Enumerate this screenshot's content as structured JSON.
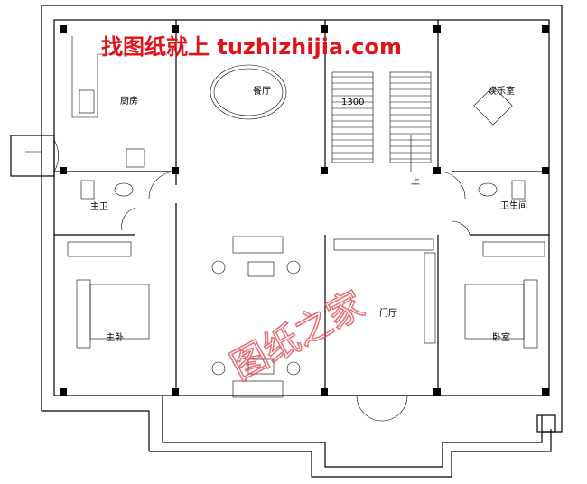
{
  "rooms": {
    "kitchen": "厨房",
    "dining": "餐厅",
    "entertainment": "娱乐室",
    "master_bath": "主卫",
    "bathroom": "卫生间",
    "master_bedroom": "主卧",
    "foyer": "门厅",
    "bedroom": "卧室",
    "stair_up": "上"
  },
  "dimension": "1300",
  "watermark": {
    "top": "找图纸就上 tuzhizhijia.com",
    "center": "图纸之家"
  }
}
